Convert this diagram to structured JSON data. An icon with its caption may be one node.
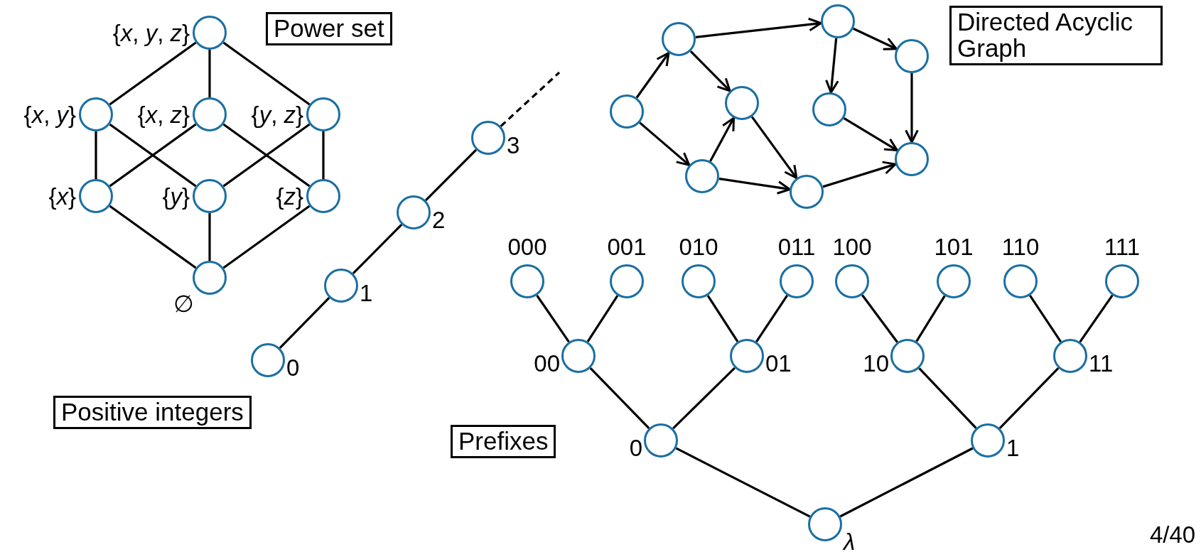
{
  "diagram": {
    "nodes": [
      {
        "text": [
          "Power set"
        ]
      },
      {
        "text": [],
        "shape": "circle",
        "beside": [
          "{*x*, *y*, *z*}"
        ]
      },
      {
        "text": [],
        "shape": "circle",
        "beside": [
          "{*x*, *y*}"
        ]
      },
      {
        "text": [],
        "shape": "circle",
        "beside": [
          "{*x*, *z*}"
        ]
      },
      {
        "text": [],
        "shape": "circle",
        "beside": [
          "{*y*, *z*}"
        ]
      },
      {
        "text": [],
        "shape": "circle",
        "beside": [
          "{*x*}"
        ]
      },
      {
        "text": [],
        "shape": "circle",
        "beside": [
          "{*y*}"
        ]
      },
      {
        "text": [],
        "shape": "circle",
        "beside": [
          "{*z*}"
        ]
      },
      {
        "text": [],
        "shape": "circle",
        "beside": [
          "∅"
        ]
      },
      {
        "text": [
          "Directed Acyclic Graph"
        ]
      },
      {
        "text": [],
        "shape": "circle"
      },
      {
        "text": [],
        "shape": "circle"
      },
      {
        "text": [],
        "shape": "circle"
      },
      {
        "text": [],
        "shape": "circle"
      },
      {
        "text": [],
        "shape": "circle"
      },
      {
        "text": [],
        "shape": "circle"
      },
      {
        "text": [],
        "shape": "circle"
      },
      {
        "text": [],
        "shape": "circle"
      },
      {
        "text": [],
        "shape": "circle"
      },
      {
        "text": [
          "Positive integers"
        ]
      },
      {
        "text": [],
        "shape": "circle",
        "beside": [
          "0"
        ]
      },
      {
        "text": [],
        "shape": "circle",
        "beside": [
          "1"
        ]
      },
      {
        "text": [],
        "shape": "circle",
        "beside": [
          "2"
        ]
      },
      {
        "text": [],
        "shape": "circle",
        "beside": [
          "3"
        ]
      },
      {
        "text": [
          "Prefixes"
        ]
      },
      {
        "text": [],
        "shape": "circle",
        "beside": [
          "λ"
        ]
      },
      {
        "text": [],
        "shape": "circle",
        "beside": [
          "0"
        ]
      },
      {
        "text": [],
        "shape": "circle",
        "beside": [
          "1"
        ]
      },
      {
        "text": [],
        "shape": "circle",
        "beside": [
          "00"
        ]
      },
      {
        "text": [],
        "shape": "circle",
        "beside": [
          "01"
        ]
      },
      {
        "text": [],
        "shape": "circle",
        "beside": [
          "10"
        ]
      },
      {
        "text": [],
        "shape": "circle",
        "beside": [
          "11"
        ]
      },
      {
        "text": [],
        "shape": "circle",
        "beside": [
          "000"
        ]
      },
      {
        "text": [],
        "shape": "circle",
        "beside": [
          "001"
        ]
      },
      {
        "text": [],
        "shape": "circle",
        "beside": [
          "010"
        ]
      },
      {
        "text": [],
        "shape": "circle",
        "beside": [
          "011"
        ]
      },
      {
        "text": [],
        "shape": "circle",
        "beside": [
          "100"
        ]
      },
      {
        "text": [],
        "shape": "circle",
        "beside": [
          "101"
        ]
      },
      {
        "text": [],
        "shape": "circle",
        "beside": [
          "110"
        ]
      },
      {
        "text": [],
        "shape": "circle",
        "beside": [
          "111"
        ]
      }
    ],
    "edges": [
      {
        "from": 1,
        "to": 2,
        "arrow": "none"
      },
      {
        "from": 1,
        "to": 3,
        "arrow": "none"
      },
      {
        "from": 1,
        "to": 4,
        "arrow": "none"
      },
      {
        "from": 2,
        "to": 5,
        "arrow": "none"
      },
      {
        "from": 2,
        "to": 6,
        "arrow": "none"
      },
      {
        "from": 3,
        "to": 5,
        "arrow": "none"
      },
      {
        "from": 3,
        "to": 7,
        "arrow": "none"
      },
      {
        "from": 4,
        "to": 6,
        "arrow": "none"
      },
      {
        "from": 4,
        "to": 7,
        "arrow": "none"
      },
      {
        "from": 5,
        "to": 8,
        "arrow": "none"
      },
      {
        "from": 6,
        "to": 8,
        "arrow": "none"
      },
      {
        "from": 7,
        "to": 8,
        "arrow": "none"
      },
      {
        "from": 10,
        "to": 11,
        "arrow": "to"
      },
      {
        "from": 10,
        "to": 13,
        "arrow": "to"
      },
      {
        "from": 11,
        "to": 12,
        "arrow": "to"
      },
      {
        "from": 11,
        "to": 15,
        "arrow": "to"
      },
      {
        "from": 13,
        "to": 12,
        "arrow": "to"
      },
      {
        "from": 13,
        "to": 14,
        "arrow": "to"
      },
      {
        "from": 12,
        "to": 14,
        "arrow": "to"
      },
      {
        "from": 15,
        "to": 17,
        "arrow": "to"
      },
      {
        "from": 15,
        "to": 16,
        "arrow": "to"
      },
      {
        "from": 17,
        "to": 18,
        "arrow": "to"
      },
      {
        "from": 16,
        "to": 18,
        "arrow": "to"
      },
      {
        "from": 14,
        "to": 18,
        "arrow": "to"
      },
      {
        "from": 20,
        "to": 21,
        "arrow": "none"
      },
      {
        "from": 21,
        "to": 22,
        "arrow": "none"
      },
      {
        "from": 22,
        "to": 23,
        "arrow": "none"
      },
      {
        "from": 23,
        "to": null,
        "arrow": "none",
        "style": "dashed"
      },
      {
        "from": 25,
        "to": 26,
        "arrow": "none"
      },
      {
        "from": 25,
        "to": 27,
        "arrow": "none"
      },
      {
        "from": 26,
        "to": 28,
        "arrow": "none"
      },
      {
        "from": 26,
        "to": 29,
        "arrow": "none"
      },
      {
        "from": 27,
        "to": 30,
        "arrow": "none"
      },
      {
        "from": 27,
        "to": 31,
        "arrow": "none"
      },
      {
        "from": 28,
        "to": 32,
        "arrow": "none"
      },
      {
        "from": 28,
        "to": 33,
        "arrow": "none"
      },
      {
        "from": 29,
        "to": 34,
        "arrow": "none"
      },
      {
        "from": 29,
        "to": 35,
        "arrow": "none"
      },
      {
        "from": 30,
        "to": 36,
        "arrow": "none"
      },
      {
        "from": 30,
        "to": 37,
        "arrow": "none"
      },
      {
        "from": 31,
        "to": 38,
        "arrow": "none"
      },
      {
        "from": 31,
        "to": 39,
        "arrow": "none"
      }
    ],
    "labels": [
      "4/40"
    ]
  }
}
